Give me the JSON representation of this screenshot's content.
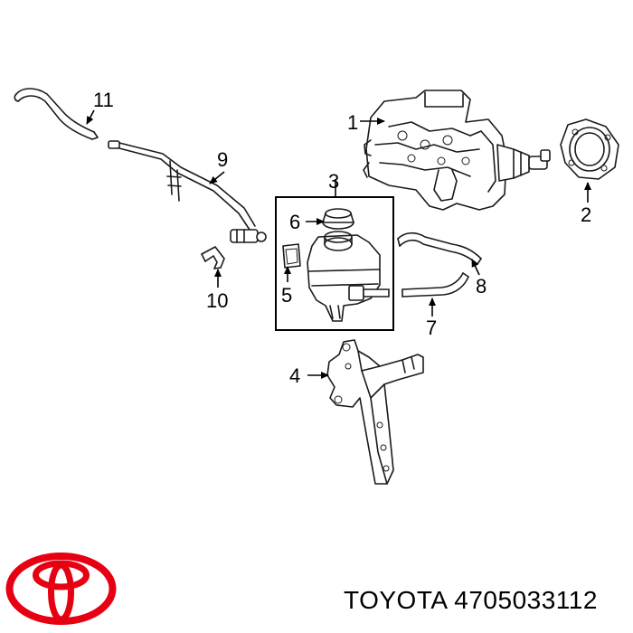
{
  "callouts": [
    {
      "id": "1",
      "label": "1"
    },
    {
      "id": "2",
      "label": "2"
    },
    {
      "id": "3",
      "label": "3"
    },
    {
      "id": "4",
      "label": "4"
    },
    {
      "id": "5",
      "label": "5"
    },
    {
      "id": "6",
      "label": "6"
    },
    {
      "id": "7",
      "label": "7"
    },
    {
      "id": "8",
      "label": "8"
    },
    {
      "id": "9",
      "label": "9"
    },
    {
      "id": "10",
      "label": "10"
    },
    {
      "id": "11",
      "label": "11"
    }
  ],
  "caption": {
    "brand": "TOYOTA",
    "part_number": "4705033112"
  },
  "colors": {
    "logo": "#e60012",
    "line": "#1a1a1a"
  },
  "icons": {
    "logo": "toyota-logo-icon"
  }
}
